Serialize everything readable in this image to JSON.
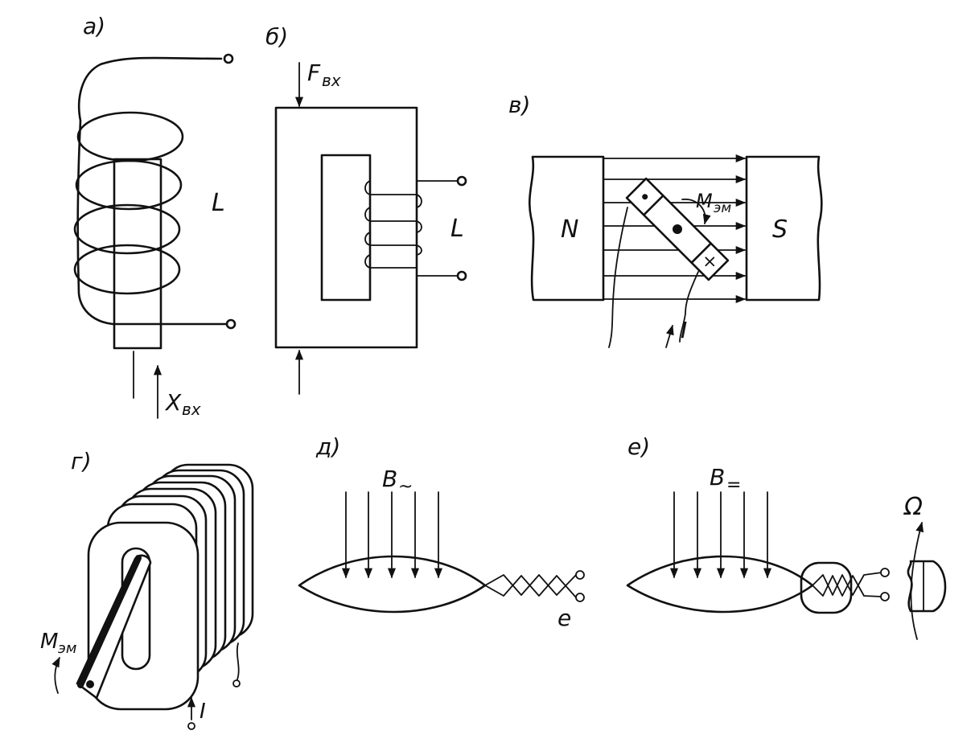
{
  "panels": {
    "a": {
      "tag": "а)",
      "inductance": "L",
      "input_symbol": "X",
      "input_sub": "вх"
    },
    "b": {
      "tag": "б)",
      "force_symbol": "F",
      "force_sub": "вх",
      "inductance": "L"
    },
    "v": {
      "tag": "в)",
      "pole_north": "N",
      "pole_south": "S",
      "torque_symbol": "M",
      "torque_sub": "эм",
      "current": "I"
    },
    "g": {
      "tag": "г)",
      "torque_symbol": "M",
      "torque_sub": "эм",
      "current": "I"
    },
    "d": {
      "tag": "д)",
      "field_symbol": "B",
      "field_sub": "~",
      "emf": "e"
    },
    "e": {
      "tag": "е)",
      "field_symbol": "B",
      "field_sub": "=",
      "omega": "Ω"
    }
  },
  "colors": {
    "ink": "#111111",
    "paper": "#ffffff"
  }
}
